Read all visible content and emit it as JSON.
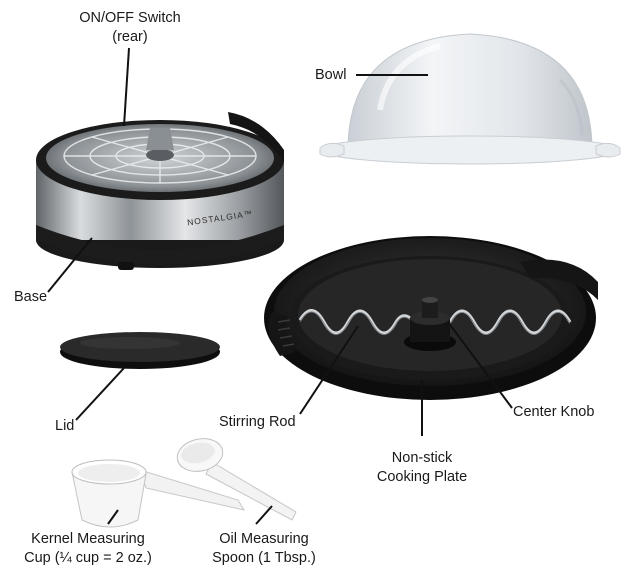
{
  "labels": {
    "switch": [
      "ON/OFF Switch",
      "(rear)"
    ],
    "bowl": "Bowl",
    "base": "Base",
    "base_brand": "NOSTALGIA™",
    "lid": "Lid",
    "stirring_rod": "Stirring Rod",
    "center_knob": "Center Knob",
    "cooking_plate": [
      "Non-stick",
      "Cooking Plate"
    ],
    "kernel_cup": [
      "Kernel Measuring",
      "Cup (¼ cup = 2 oz.)"
    ],
    "oil_spoon": [
      "Oil Measuring",
      "Spoon (1 Tbsp.)"
    ]
  },
  "colors": {
    "steel": "#b8bcc0",
    "black_plastic": "#1c1c1c",
    "clear_bowl": "#e6eaee",
    "measuring_white": "#f4f4f4",
    "leader_line": "#111111"
  }
}
